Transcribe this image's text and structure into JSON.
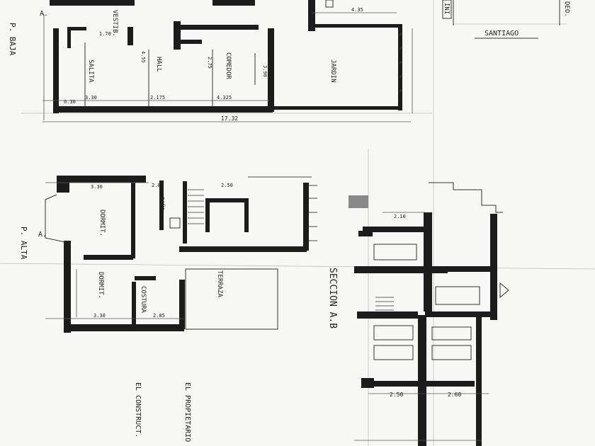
{
  "rooms_plan_baja": {
    "vestib": "VESTIB.",
    "salita": "SALITA",
    "hall": "HALL",
    "comedor": "COMEDOR",
    "jardin": "JARDIN"
  },
  "rooms_plan_alta": {
    "bano": "BAÑO",
    "dormit_1": "DORMIT.",
    "dormit_2": "DORMIT.",
    "costura": "COSTURA",
    "terraza": "TERRAZA"
  },
  "dims_top": {
    "d1": "1.70",
    "d2": "4.55",
    "d3": "2.75",
    "d4": "3.90",
    "d5": "3.30",
    "d6": "2.175",
    "d7": "4.325",
    "d8": "17.32",
    "d9": "4.35",
    "d10": "0.30"
  },
  "dims_mid": {
    "d1": "3.30",
    "d2": "2.85",
    "d3": "2.50",
    "d4": "2.85",
    "d5": "3.30"
  },
  "section": {
    "label": "SECCION A.B",
    "d1": "2.10",
    "d2": "2.50",
    "d3": "2.60"
  },
  "side": {
    "baja": "P. BAJA",
    "alta": "P. ALTA",
    "propietario": "EL PROPIETARIO",
    "constructor": "EL CONSTRUCT."
  },
  "title": {
    "santiago": "SANTIAGO",
    "ini": "INI",
    "deo": "DEO."
  },
  "marker_a": "A."
}
